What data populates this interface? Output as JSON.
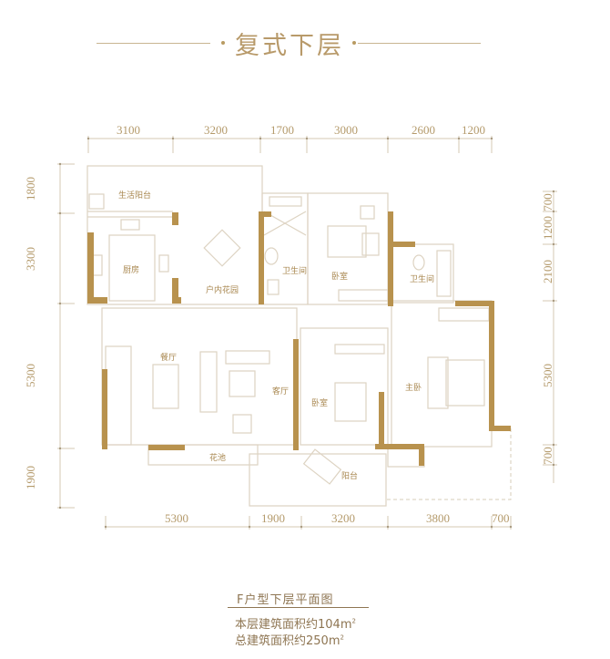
{
  "header": {
    "title": "复式下层"
  },
  "dimensions": {
    "top": [
      "3100",
      "3200",
      "1700",
      "3000",
      "2600",
      "1200"
    ],
    "bottom": [
      "5300",
      "1900",
      "3200",
      "3800",
      "700"
    ],
    "left": [
      "1800",
      "3300",
      "5300",
      "1900"
    ],
    "right": [
      "700",
      "1200",
      "2100",
      "5300",
      "700"
    ]
  },
  "rooms": {
    "service_balcony": "生活阳台",
    "kitchen": "厨房",
    "indoor_garden": "户内花园",
    "bathroom_1": "卫生间",
    "bedroom_1": "卧室",
    "bathroom_2": "卫生间",
    "dining": "餐厅",
    "living": "客厅",
    "bedroom_2": "卧室",
    "master_bedroom": "主卧",
    "flower_bed": "花池",
    "balcony": "阳台"
  },
  "caption": {
    "plan_name": "F户型下层平面图",
    "floor_area_label": "本层建筑面积约104",
    "total_area_label": "总建筑面积约250",
    "unit": "m",
    "unit_sup": "2"
  },
  "colors": {
    "wall": "#b8924e",
    "line": "#d9cfbd",
    "text": "#b49a6b",
    "caption": "#8e7552"
  }
}
